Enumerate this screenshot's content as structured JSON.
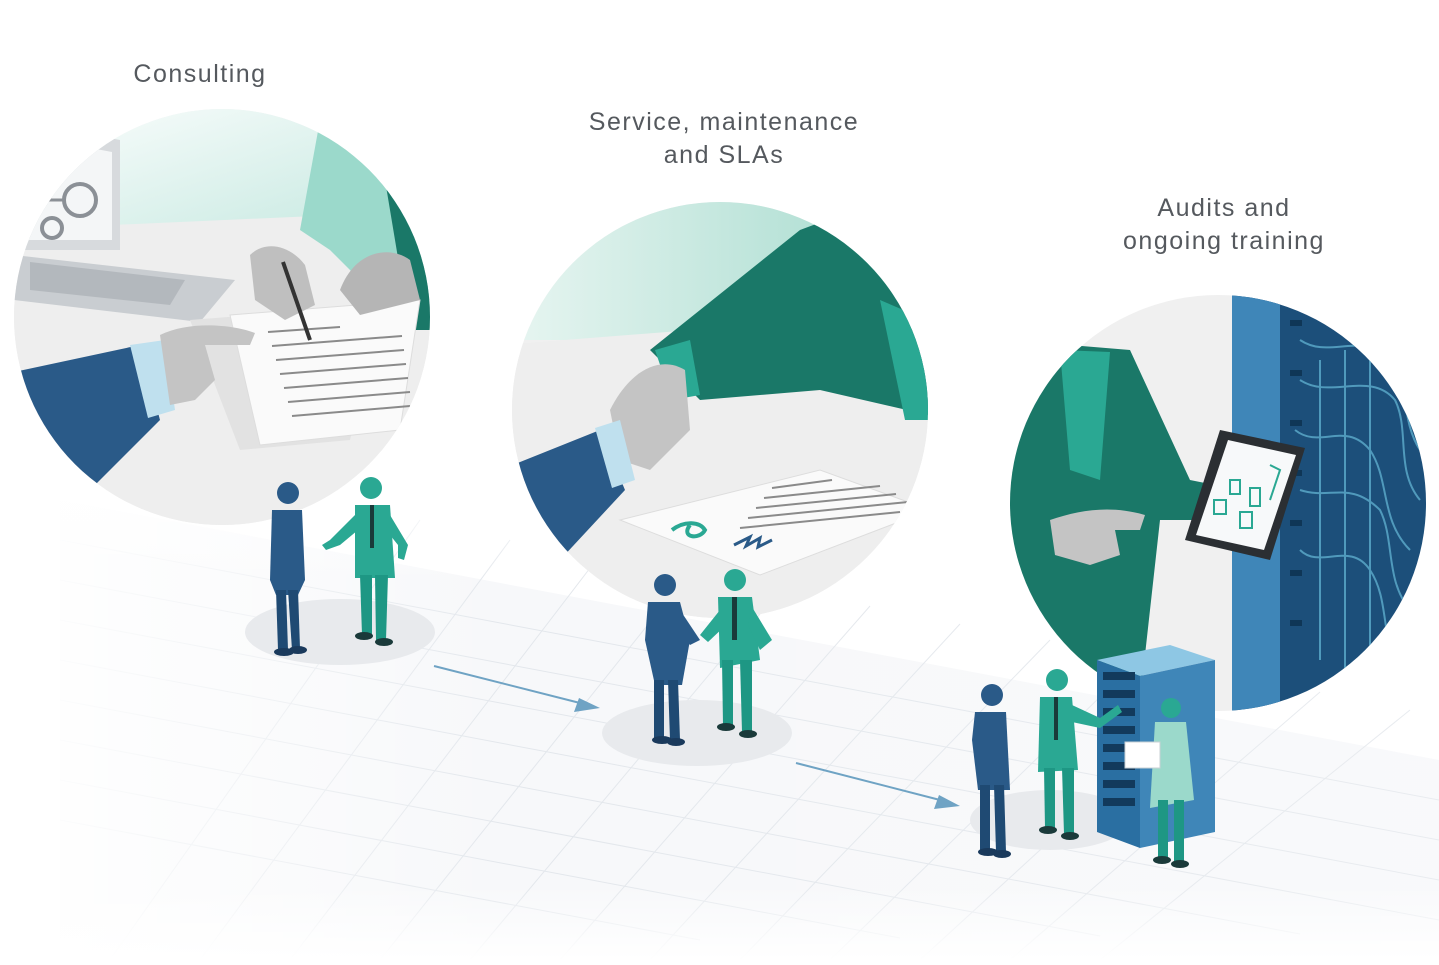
{
  "stages": [
    {
      "id": "consulting",
      "lines": [
        "Consulting"
      ]
    },
    {
      "id": "service",
      "lines": [
        "Service, maintenance",
        "and SLAs"
      ]
    },
    {
      "id": "audits",
      "lines": [
        "Audits and",
        "ongoing training"
      ]
    }
  ],
  "colors": {
    "navy": "#2a5a88",
    "navy_dark": "#1f4a73",
    "teal": "#2aa893",
    "teal_dark": "#0f6e5e",
    "teal_light": "#9bd9cb",
    "grey_skin": "#bfbfbf",
    "floor_grid": "#e6e9ed",
    "server": "#3f86b8",
    "arrow": "#6fa3c4",
    "caption": "#55595e"
  },
  "icons": [
    "laptop-icon",
    "pen-icon",
    "document-icon",
    "handshake-icon",
    "tablet-icon",
    "server-rack-icon",
    "arrow-icon"
  ]
}
